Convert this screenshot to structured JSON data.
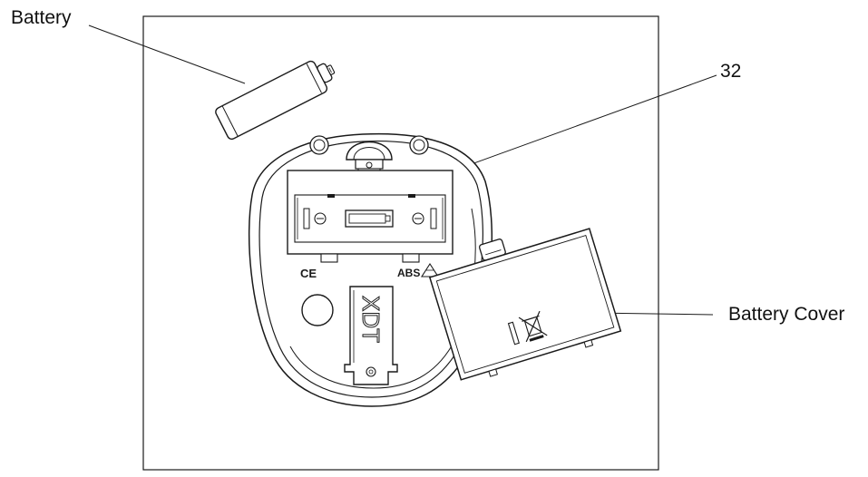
{
  "labels": {
    "battery": "Battery",
    "part_number": "32",
    "battery_cover": "Battery Cover"
  },
  "markings": {
    "ce": "CE",
    "abs": "ABS",
    "brand": "XDT"
  },
  "colors": {
    "line": "#1a1a1a",
    "background": "#ffffff"
  }
}
